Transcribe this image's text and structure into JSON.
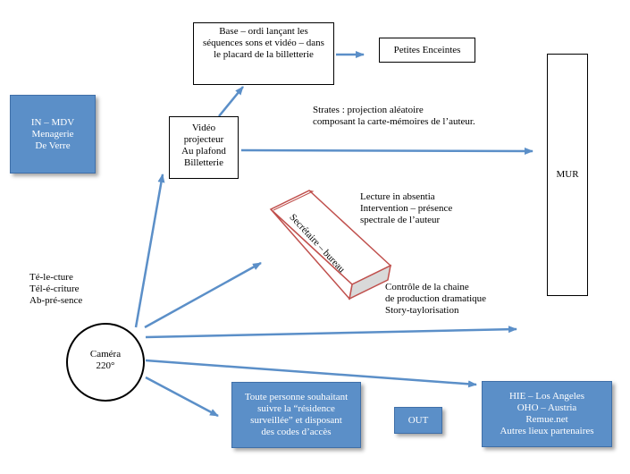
{
  "nodes": {
    "base": "Base – ordi lançant les séquences sons et vidéo – dans le placard de la billetterie",
    "petites_enceintes": "Petites Enceintes",
    "mur": "MUR",
    "in_mdv": [
      "IN – MDV",
      "Menagerie",
      "De Verre"
    ],
    "video_projecteur": [
      "Vidéo",
      "projecteur",
      "Au plafond",
      "Billetterie"
    ],
    "secretaire": "Secrétaire – bureau",
    "camera": [
      "Caméra",
      "220°"
    ],
    "toute_personne": [
      "Toute personne souhaitant",
      "suivre la “résidence",
      "surveillée” et disposant",
      "des codes d’accès"
    ],
    "out": "OUT",
    "hie": [
      "HIE – Los Angeles",
      "OHO – Austria",
      "Remue.net",
      "Autres lieux partenaires"
    ]
  },
  "labels": {
    "strates": [
      "Strates : projection aléatoire",
      "composant la carte-mémoires de l’auteur."
    ],
    "lecture": [
      "Lecture in absentia",
      "Intervention – présence",
      "spectrale de l’auteur"
    ],
    "controle": [
      "Contrôle de la chaine",
      "de production dramatique",
      "Story-taylorisation"
    ],
    "telecture": [
      "Té-le-cture",
      "Tél-é-criture",
      "Ab-pré-sence"
    ]
  },
  "colors": {
    "arrow": "#5b8fc8",
    "blue_box": "#5b8fc8",
    "secretaire_border": "#c0504d",
    "secretaire_side": "#d9d9d9"
  }
}
